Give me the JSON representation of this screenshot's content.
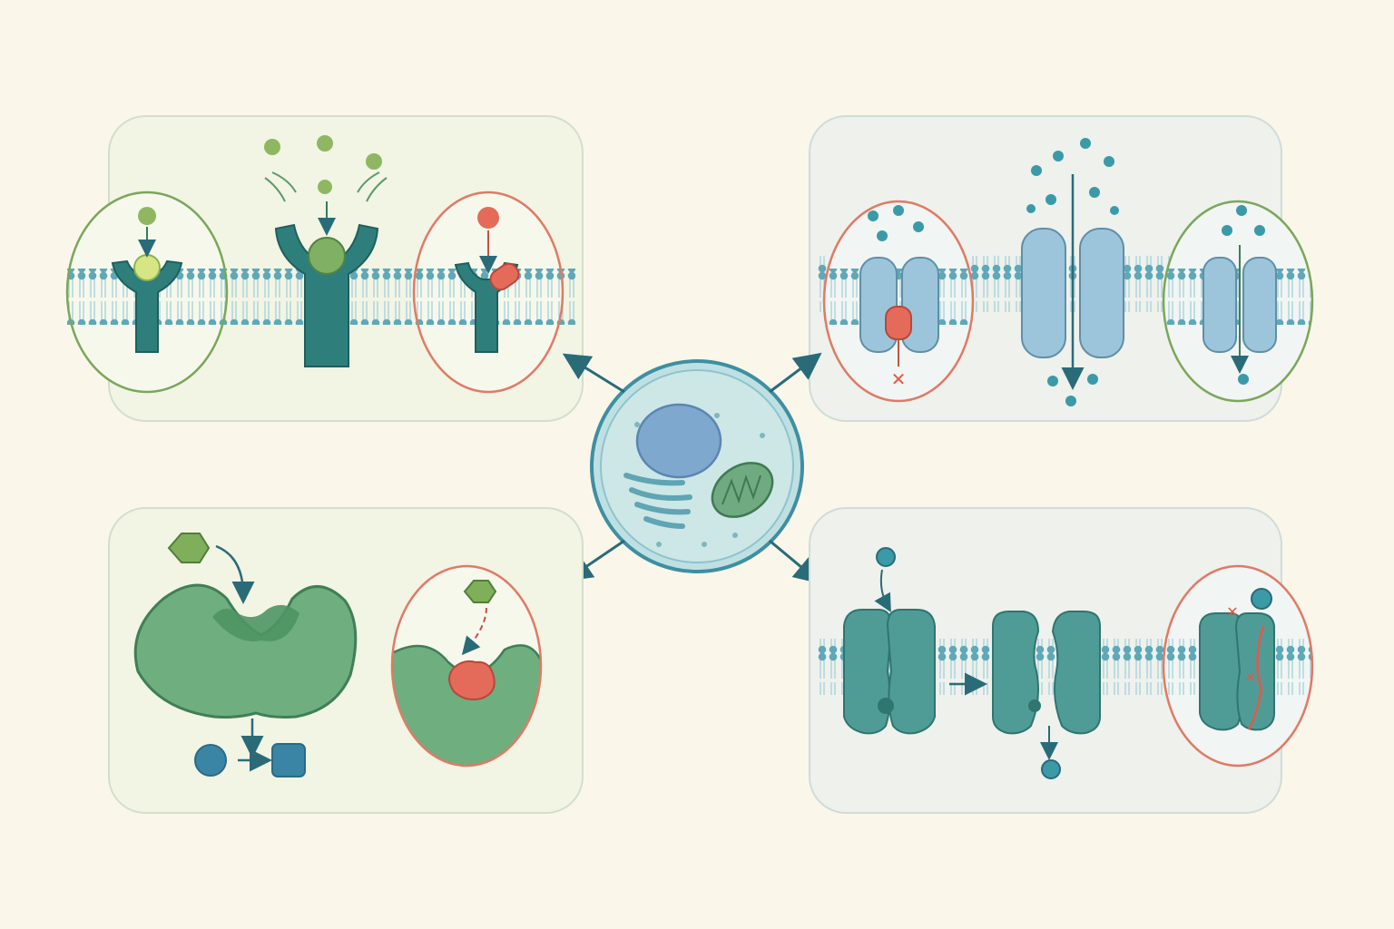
{
  "figure": {
    "panels": [
      {
        "id": "receptor-binding",
        "theme": "green",
        "label": ""
      },
      {
        "id": "ion-channel",
        "theme": "blue",
        "label": ""
      },
      {
        "id": "enzyme-inhibition",
        "theme": "green",
        "label": ""
      },
      {
        "id": "transporter",
        "theme": "teal",
        "label": ""
      }
    ],
    "center": {
      "id": "cell",
      "label": ""
    },
    "colors": {
      "background": "#faf7ea",
      "panel_green": "#f3f5e6",
      "panel_blue": "#edf1ec",
      "panel_border": "#cfdccb",
      "membrane_head": "#5fa8b8",
      "membrane_tail": "#b9dbe0",
      "receptor": "#2e7f7c",
      "ligand_green": "#8fb762",
      "ligand_light": "#cfe07e",
      "inhibitor_red": "#e46b5a",
      "channel_blue": "#9cc5dc",
      "ion_teal": "#3a9aa8",
      "enzyme_green": "#6fae7e",
      "transporter_teal": "#4f9c96",
      "good_circle": "#7aa75a",
      "bad_circle": "#e07a66",
      "arrow": "#2a6b78"
    }
  }
}
